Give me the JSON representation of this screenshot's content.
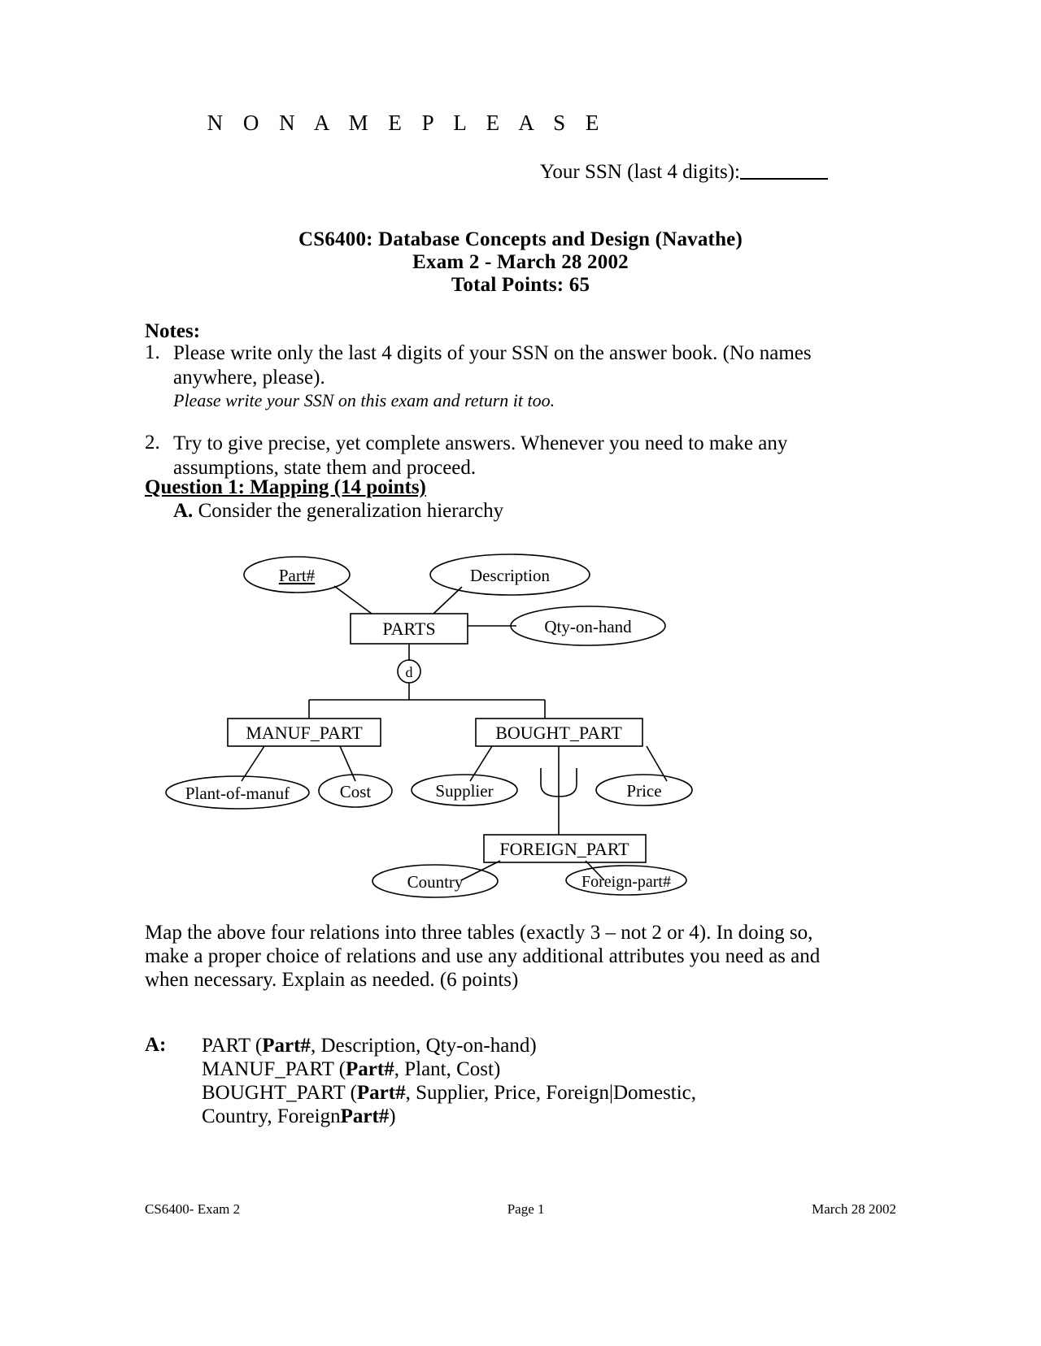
{
  "header": {
    "no_name_please": "N O   N A M E   P L E A S E",
    "ssn_label": "Your SSN (last 4 digits):",
    "course_line1": "CS6400:  Database Concepts and Design (Navathe)",
    "course_line2": "Exam 2 - March 28 2002",
    "course_line3": "Total Points: 65"
  },
  "notes": {
    "heading": "Notes:",
    "item1_number": "1.",
    "item1_text": "Please write only the last 4 digits of your SSN on the answer book. (No names anywhere, please).",
    "item1_italic": "Please write your SSN on this exam and return it too.",
    "item2_number": "2.",
    "item2_text": "Try to give precise, yet complete answers.  Whenever you need to make any assumptions, state them and proceed."
  },
  "question1": {
    "heading": "Question 1: Mapping (14 points)",
    "part_a_label": "A.",
    "part_a_text": "Consider the generalization hierarchy",
    "map_paragraph": "Map the above four relations into three tables (exactly 3 – not 2 or 4). In doing so, make a proper choice of relations and use any additional attributes you need as and when necessary. Explain as needed. (6 points)",
    "answer_label": "A:",
    "answer_lines": [
      "PART (Part#, Description, Qty-on-hand)",
      "MANUF_PART (Part#, Plant, Cost)",
      "BOUGHT_PART (Part#, Supplier, Price, Foreign|Domestic,",
      "Country, ForeignPart#)"
    ]
  },
  "diagram": {
    "type": "er-generalization-hierarchy",
    "entities": [
      {
        "name": "PARTS"
      },
      {
        "name": "MANUF_PART"
      },
      {
        "name": "BOUGHT_PART"
      },
      {
        "name": "FOREIGN_PART"
      }
    ],
    "attributes": [
      {
        "name": "Part#",
        "key": true,
        "owner": "PARTS"
      },
      {
        "name": "Description",
        "key": false,
        "owner": "PARTS"
      },
      {
        "name": "Qty-on-hand",
        "key": false,
        "owner": "PARTS"
      },
      {
        "name": "Plant-of-manuf",
        "key": false,
        "owner": "MANUF_PART"
      },
      {
        "name": "Cost",
        "key": false,
        "owner": "MANUF_PART"
      },
      {
        "name": "Supplier",
        "key": false,
        "owner": "BOUGHT_PART"
      },
      {
        "name": "Price",
        "key": false,
        "owner": "BOUGHT_PART"
      },
      {
        "name": "Country",
        "key": false,
        "owner": "FOREIGN_PART"
      },
      {
        "name": "Foreign-part#",
        "key": false,
        "owner": "FOREIGN_PART"
      }
    ],
    "specialization_symbol": "d",
    "subset_symbol": "U"
  },
  "footer": {
    "left": "CS6400- Exam 2",
    "center": "Page 1",
    "right": "March 28 2002"
  }
}
